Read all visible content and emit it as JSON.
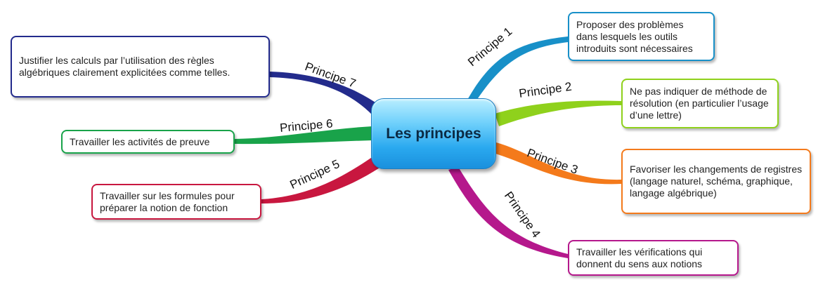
{
  "center": {
    "label": "Les principes"
  },
  "principles": [
    {
      "id": "p1",
      "label": "Principe 1",
      "color": "#1890c8",
      "text": "Proposer des problèmes dans lesquels les outils introduits sont nécessaires"
    },
    {
      "id": "p2",
      "label": "Principe 2",
      "color": "#8fd11c",
      "text": "Ne pas indiquer de méthode de résolution (en particulier l’usage d’une lettre)"
    },
    {
      "id": "p3",
      "label": "Principe 3",
      "color": "#f47a1b",
      "text": "Favoriser les changements de registres (langage naturel, schéma, graphique, langage algébrique)"
    },
    {
      "id": "p4",
      "label": "Principe 4",
      "color": "#b5188c",
      "text": "Travailler les vérifications qui donnent du sens aux notions"
    },
    {
      "id": "p5",
      "label": "Principe 5",
      "color": "#c8173f",
      "text": "Travailler sur les formules pour préparer la notion de fonction"
    },
    {
      "id": "p6",
      "label": "Principe 6",
      "color": "#19a34a",
      "text": "Travailler les activités de preuve"
    },
    {
      "id": "p7",
      "label": "Principe 7",
      "color": "#232b8c",
      "text": "Justifier les calculs par l’utilisation des règles algébriques clairement explicitées comme telles."
    }
  ]
}
